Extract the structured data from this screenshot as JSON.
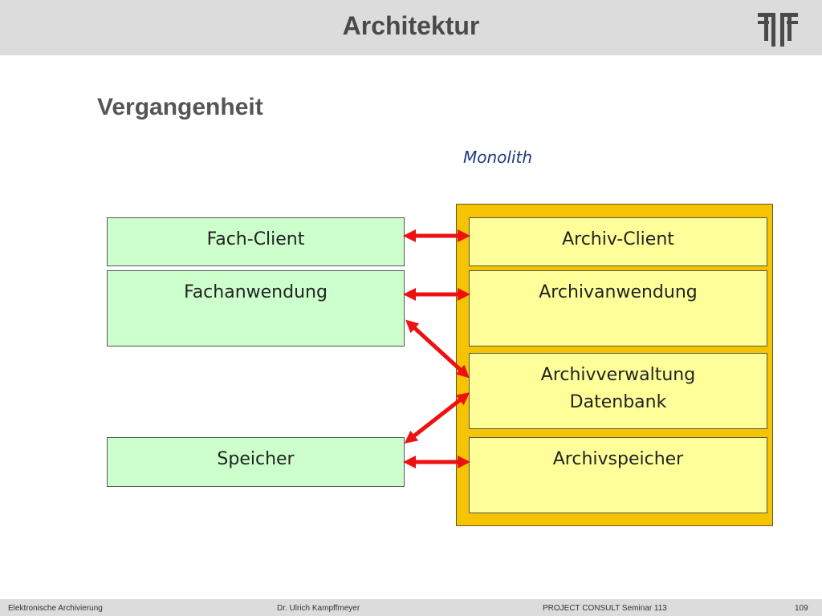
{
  "header": {
    "title": "Architektur"
  },
  "slide": {
    "subtitle": "Vergangenheit",
    "monolith_label": "Monolith"
  },
  "left_boxes": {
    "fach_client": "Fach-Client",
    "fachanwendung": "Fachanwendung",
    "speicher": "Speicher"
  },
  "right_boxes": {
    "archiv_client": "Archiv-Client",
    "archivanwendung": "Archivanwendung",
    "archivverwaltung_line1": "Archivverwaltung",
    "archivverwaltung_line2": "Datenbank",
    "archivspeicher": "Archivspeicher"
  },
  "colors": {
    "left_box_fill": "#ccffcc",
    "right_box_fill": "#ffff99",
    "monolith_fill": "#f5c300",
    "arrow": "#ee1111",
    "header_bg": "#dcdcdc"
  },
  "footer": {
    "course": "Elektronische Archivierung",
    "author": "Dr. Ulrich Kampffmeyer",
    "seminar": "PROJECT CONSULT Seminar 113",
    "page": "109"
  }
}
